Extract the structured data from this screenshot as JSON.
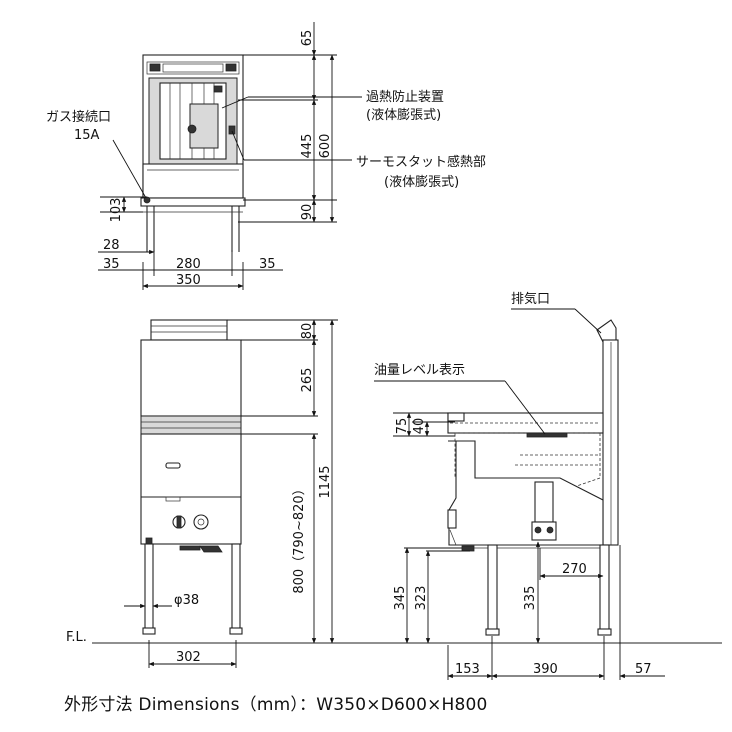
{
  "top_view": {
    "labels": {
      "overheat": "過熱防止装置",
      "overheat_sub": "(液体膨張式)",
      "thermostat": "サーモスタット感熱部",
      "thermostat_sub": "(液体膨張式)",
      "gas": "ガス接続口",
      "gas_size": "15A"
    },
    "dims": {
      "d65": "65",
      "d445": "445",
      "d600": "600",
      "d90": "90",
      "d103": "103",
      "d28": "28",
      "d35a": "35",
      "d280": "280",
      "d35b": "35",
      "d350": "350"
    }
  },
  "front_view": {
    "dims": {
      "d80": "80",
      "d265": "265",
      "d1145": "1145",
      "d800": "800（790~820）",
      "d38": "φ38",
      "d302": "302"
    },
    "floor_label": "F.L."
  },
  "side_view": {
    "labels": {
      "exhaust": "排気口",
      "oil_level": "油量レベル表示"
    },
    "dims": {
      "d75": "75",
      "d40": "40",
      "d270": "270",
      "d345": "345",
      "d323": "323",
      "d335": "335",
      "d153": "153",
      "d390": "390",
      "d57": "57"
    }
  },
  "caption": "外形寸法 Dimensions（mm）：W350×D600×H800"
}
